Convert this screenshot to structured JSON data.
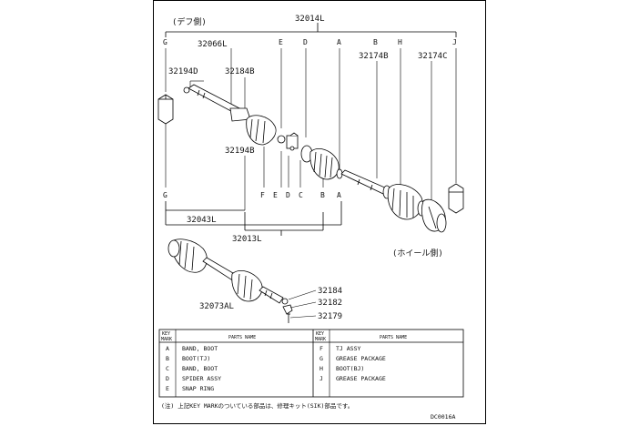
{
  "diagram": {
    "header_note": "(デフ側)",
    "assembly_part": "32014L",
    "parts": {
      "p32066L": "32066L",
      "p32194D": "32194D",
      "p32184B": "32184B",
      "p32194B": "32194B",
      "p32174B": "32174B",
      "p32174C": "32174C",
      "p32043L": "32043L",
      "p32013L": "32013L",
      "p32073AL": "32073AL",
      "p32184": "32184",
      "p32182": "32182",
      "p32179": "32179"
    },
    "key_letters": {
      "G": "G",
      "E": "E",
      "D": "D",
      "A": "A",
      "B": "B",
      "H": "H",
      "J": "J",
      "F": "F",
      "C": "C"
    },
    "wheel_side_note": "(ホイール側)",
    "code": "DC0016A"
  },
  "table": {
    "headers": {
      "key_mark_1": "KEY",
      "key_mark_2": "MARK",
      "parts_name": "PARTS NAME",
      "key_mark_r1": "KEY",
      "key_mark_r2": "MARK",
      "parts_name_r": "PARTS NAME"
    },
    "left_rows": [
      {
        "key": "A",
        "name": "BAND, BOOT"
      },
      {
        "key": "B",
        "name": "BOOT(TJ)"
      },
      {
        "key": "C",
        "name": "BAND, BOOT"
      },
      {
        "key": "D",
        "name": "SPIDER ASSY"
      },
      {
        "key": "E",
        "name": "SNAP RING"
      }
    ],
    "right_rows": [
      {
        "key": "F",
        "name": "TJ ASSY"
      },
      {
        "key": "G",
        "name": "GREASE PACKAGE"
      },
      {
        "key": "H",
        "name": "BOOT(BJ)"
      },
      {
        "key": "J",
        "name": "GREASE PACKAGE"
      }
    ],
    "footnote": "(注) 上記KEY MARKのついている部品は、修理キット(SIK)部品です。"
  }
}
